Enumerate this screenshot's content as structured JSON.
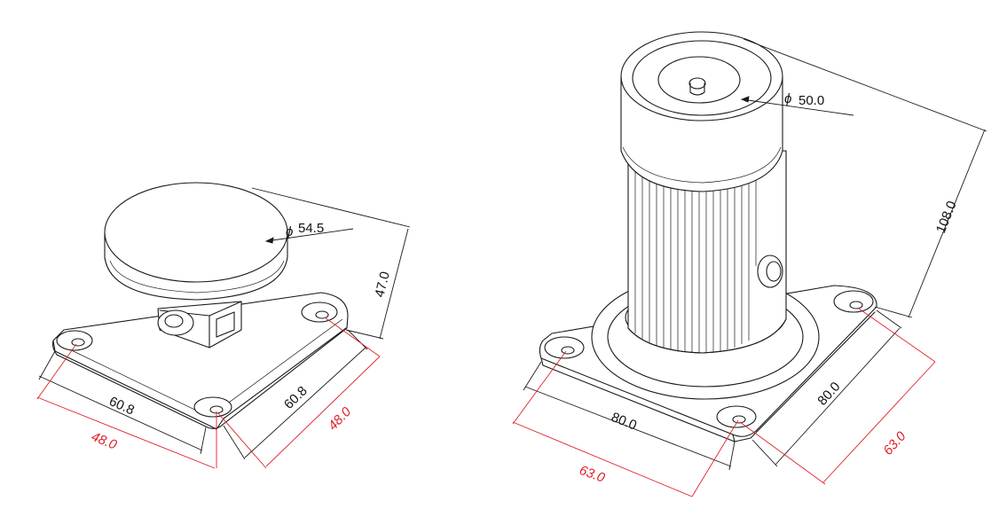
{
  "colors": {
    "line": "#1a1a1a",
    "mounting_dimension": "#e0202a",
    "background": "#ffffff"
  },
  "left_part": {
    "diameter_symbol": "ϕ",
    "diameter": "54.5",
    "height": "47.0",
    "base_width_front": "60.8",
    "base_width_side": "60.8",
    "hole_spacing_front": "48.0",
    "hole_spacing_side": "48.0"
  },
  "right_part": {
    "diameter_symbol": "ϕ",
    "diameter": "50.0",
    "height": "108.0",
    "base_width_front": "80.0",
    "base_width_side": "80.0",
    "hole_spacing_front": "63.0",
    "hole_spacing_side": "63.0"
  }
}
